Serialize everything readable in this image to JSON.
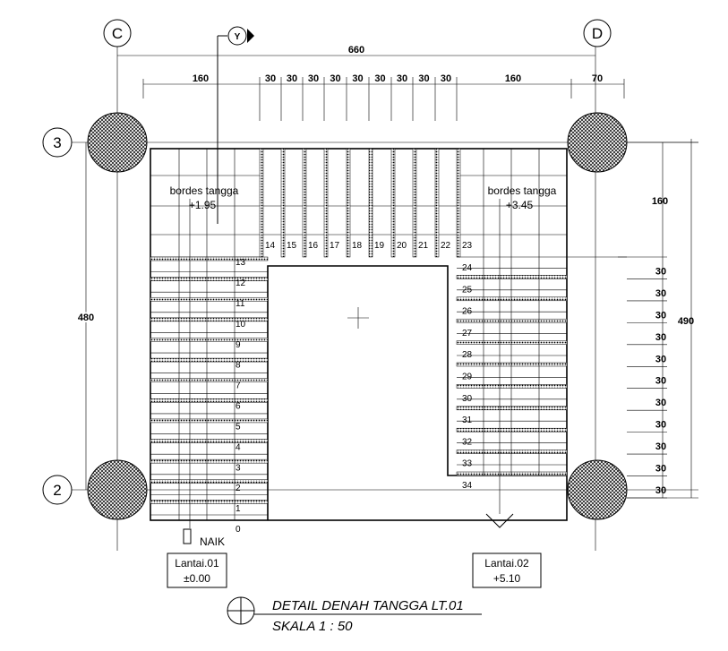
{
  "grid": {
    "col_left": "C",
    "col_right": "D",
    "row_top": "3",
    "row_bottom": "2",
    "section_marker": "Y"
  },
  "dimensions": {
    "overall_width": "660",
    "left_landing": "160",
    "treads_top": [
      "30",
      "30",
      "30",
      "30",
      "30",
      "30",
      "30",
      "30",
      "30"
    ],
    "right_landing": "160",
    "right_offset": "70",
    "overall_height_left": "480",
    "overall_height_right": "490",
    "right_landing_depth": "160",
    "treads_right": [
      "30",
      "30",
      "30",
      "30",
      "30",
      "30",
      "30",
      "30",
      "30",
      "30",
      "30"
    ]
  },
  "landings": {
    "left_label": "bordes tangga",
    "left_level": "+1.95",
    "right_label": "bordes tangga",
    "right_level": "+3.45"
  },
  "steps": {
    "left_flight": [
      "0",
      "1",
      "2",
      "3",
      "4",
      "5",
      "6",
      "7",
      "8",
      "9",
      "10",
      "11",
      "12",
      "13"
    ],
    "middle_flight": [
      "14",
      "15",
      "16",
      "17",
      "18",
      "19",
      "20",
      "21",
      "22",
      "23"
    ],
    "right_flight": [
      "24",
      "25",
      "26",
      "27",
      "28",
      "29",
      "30",
      "31",
      "32",
      "33",
      "34"
    ]
  },
  "annotations": {
    "up_label": "NAIK",
    "floor_1_name": "Lantai.01",
    "floor_1_level": "±0.00",
    "floor_2_name": "Lantai.02",
    "floor_2_level": "+5.10"
  },
  "title": {
    "line1": "DETAIL DENAH TANGGA LT.01",
    "line2": "SKALA 1 : 50"
  },
  "colors": {
    "line": "#000000",
    "column_fill": "#555555",
    "background": "#ffffff"
  }
}
